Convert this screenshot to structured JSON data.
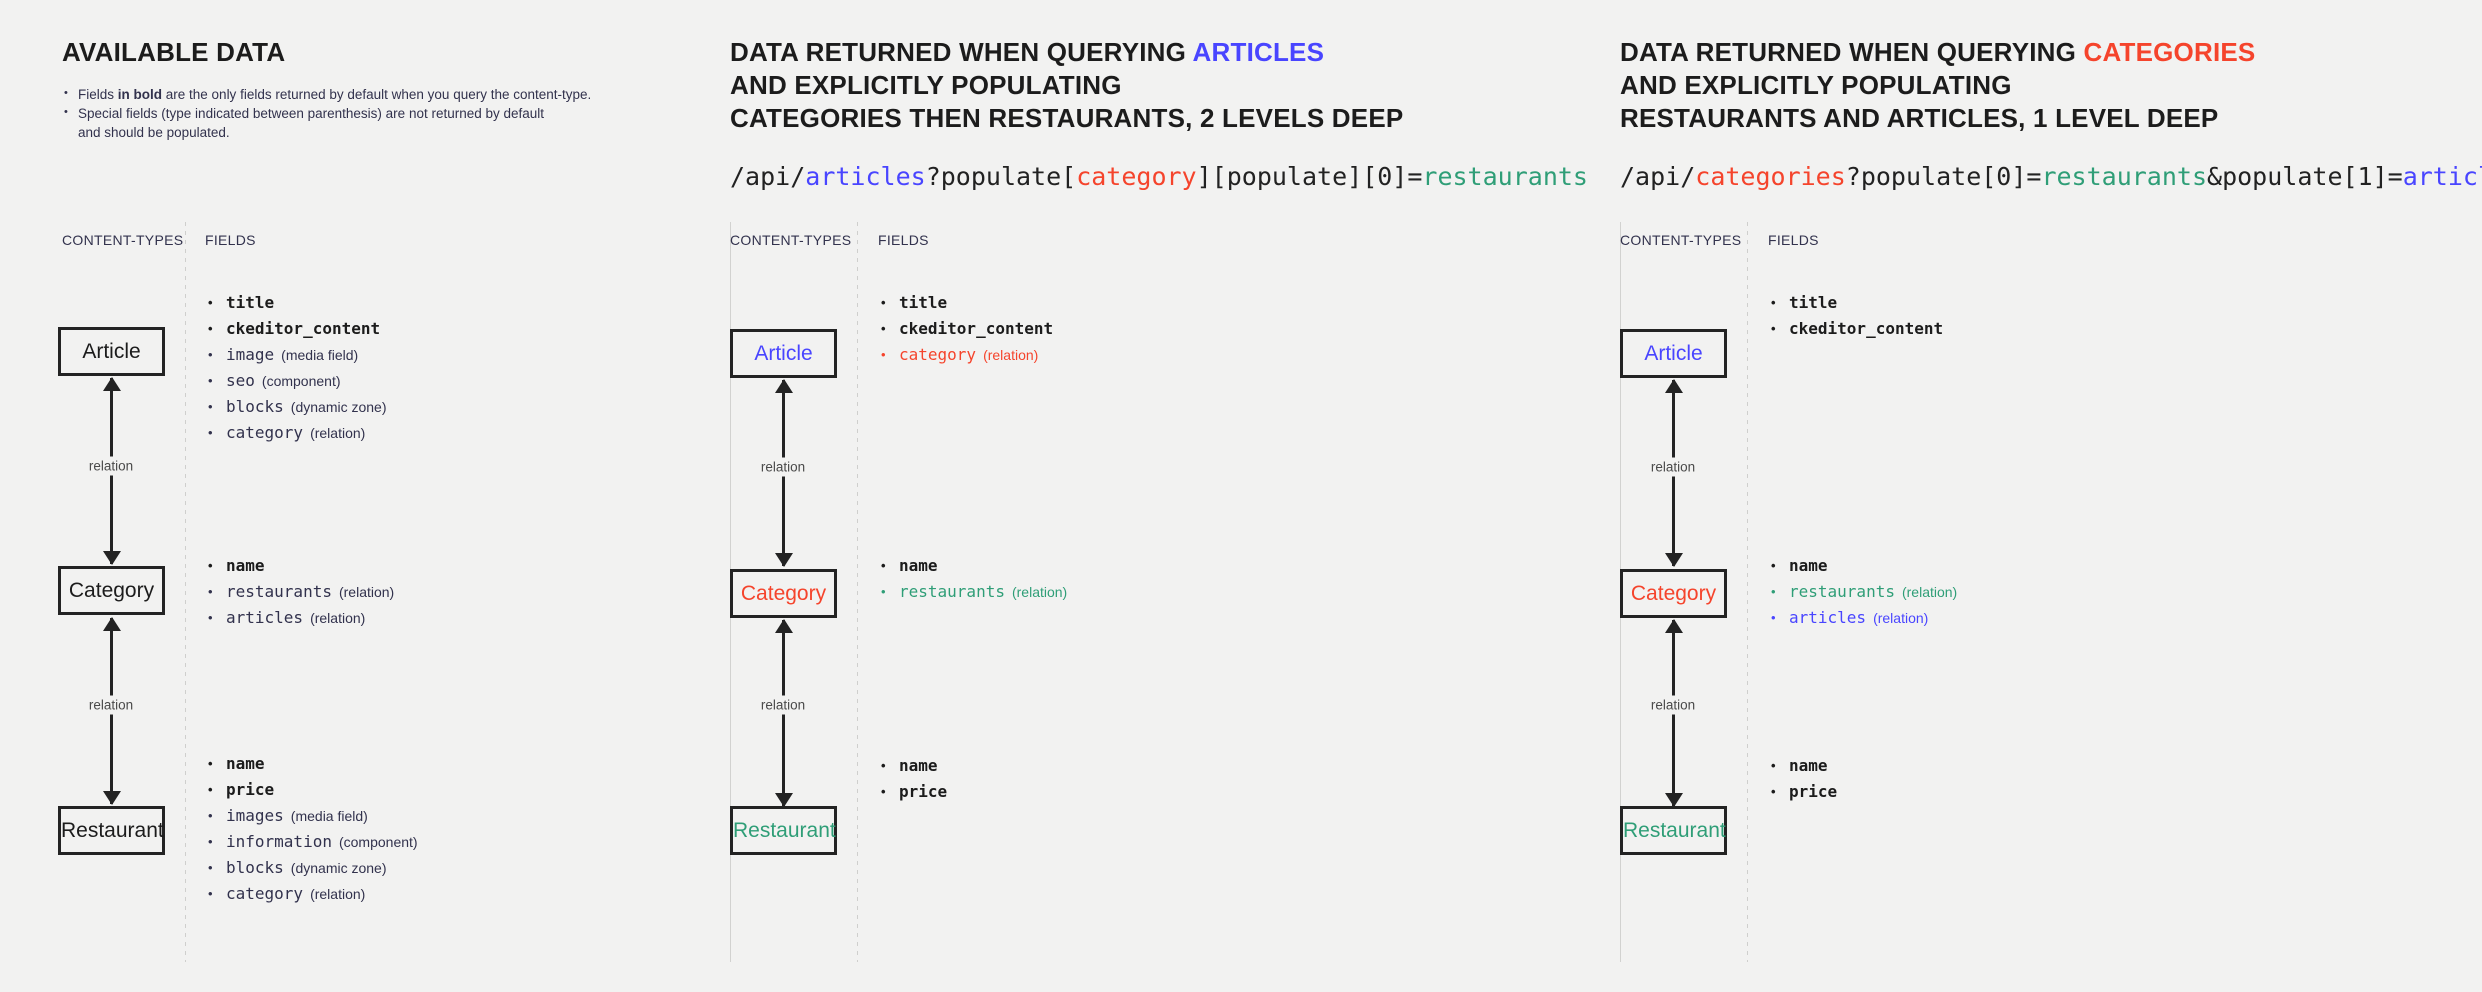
{
  "panels": [
    {
      "id": "available-data",
      "title_plain": "AVAILABLE DATA",
      "notes": [
        {
          "pre": "Fields ",
          "bold": "in bold",
          "post": " are the only fields returned by default when you query the content-type."
        },
        {
          "pre": "Special fields (type indicated between parenthesis) are not returned by default",
          "bold": "",
          "post": ""
        }
      ],
      "note_continuation": "and should be populated.",
      "col_headers": {
        "content_types": "CONTENT-TYPES",
        "fields": "FIELDS"
      },
      "nodes": [
        {
          "label": "Article",
          "color": "none"
        },
        {
          "label": "Category",
          "color": "none"
        },
        {
          "label": "Restaurant",
          "color": "none"
        }
      ],
      "relations": [
        "relation",
        "relation"
      ],
      "field_groups": [
        {
          "owner": "Article",
          "fields": [
            {
              "name": "title",
              "type": "",
              "bold": true,
              "color": "none"
            },
            {
              "name": "ckeditor_content",
              "type": "",
              "bold": true,
              "color": "none"
            },
            {
              "name": "image",
              "type": "(media field)",
              "bold": false,
              "color": "none"
            },
            {
              "name": "seo",
              "type": "(component)",
              "bold": false,
              "color": "none"
            },
            {
              "name": "blocks",
              "type": "(dynamic zone)",
              "bold": false,
              "color": "none"
            },
            {
              "name": "category",
              "type": "(relation)",
              "bold": false,
              "color": "none"
            }
          ]
        },
        {
          "owner": "Category",
          "fields": [
            {
              "name": "name",
              "type": "",
              "bold": true,
              "color": "none"
            },
            {
              "name": "restaurants",
              "type": "(relation)",
              "bold": false,
              "color": "none"
            },
            {
              "name": "articles",
              "type": "(relation)",
              "bold": false,
              "color": "none"
            }
          ]
        },
        {
          "owner": "Restaurant",
          "fields": [
            {
              "name": "name",
              "type": "",
              "bold": true,
              "color": "none"
            },
            {
              "name": "price",
              "type": "",
              "bold": true,
              "color": "none"
            },
            {
              "name": "images",
              "type": "(media field)",
              "bold": false,
              "color": "none"
            },
            {
              "name": "information",
              "type": "(component)",
              "bold": false,
              "color": "none"
            },
            {
              "name": "blocks",
              "type": "(dynamic zone)",
              "bold": false,
              "color": "none"
            },
            {
              "name": "category",
              "type": "(relation)",
              "bold": false,
              "color": "none"
            }
          ]
        }
      ]
    },
    {
      "id": "querying-articles",
      "title_lines": [
        [
          {
            "t": "DATA RETURNED WHEN QUERYING ",
            "c": "none"
          },
          {
            "t": "ARTICLES",
            "c": "blue"
          }
        ],
        [
          {
            "t": "AND EXPLICITLY POPULATING",
            "c": "none"
          }
        ],
        [
          {
            "t": "CATEGORIES THEN RESTAURANTS, 2 LEVELS DEEP",
            "c": "none"
          }
        ]
      ],
      "api_path": [
        {
          "t": "/api/",
          "c": "none"
        },
        {
          "t": "articles",
          "c": "blue"
        },
        {
          "t": "?populate[",
          "c": "none"
        },
        {
          "t": "category",
          "c": "red"
        },
        {
          "t": "][populate][0]=",
          "c": "none"
        },
        {
          "t": "restaurants",
          "c": "green"
        }
      ],
      "col_headers": {
        "content_types": "CONTENT-TYPES",
        "fields": "FIELDS"
      },
      "nodes": [
        {
          "label": "Article",
          "color": "blue"
        },
        {
          "label": "Category",
          "color": "red"
        },
        {
          "label": "Restaurant",
          "color": "green"
        }
      ],
      "relations": [
        "relation",
        "relation"
      ],
      "field_groups": [
        {
          "owner": "Article",
          "fields": [
            {
              "name": "title",
              "type": "",
              "bold": true,
              "color": "none"
            },
            {
              "name": "ckeditor_content",
              "type": "",
              "bold": true,
              "color": "none"
            },
            {
              "name": "category",
              "type": "(relation)",
              "bold": false,
              "color": "red"
            }
          ]
        },
        {
          "owner": "Category",
          "fields": [
            {
              "name": "name",
              "type": "",
              "bold": true,
              "color": "none"
            },
            {
              "name": "restaurants",
              "type": "(relation)",
              "bold": false,
              "color": "green"
            }
          ]
        },
        {
          "owner": "Restaurant",
          "fields": [
            {
              "name": "name",
              "type": "",
              "bold": true,
              "color": "none"
            },
            {
              "name": "price",
              "type": "",
              "bold": true,
              "color": "none"
            }
          ]
        }
      ]
    },
    {
      "id": "querying-categories",
      "title_lines": [
        [
          {
            "t": "DATA RETURNED WHEN QUERYING ",
            "c": "none"
          },
          {
            "t": "CATEGORIES",
            "c": "red"
          }
        ],
        [
          {
            "t": "AND EXPLICITLY POPULATING",
            "c": "none"
          }
        ],
        [
          {
            "t": "RESTAURANTS AND ARTICLES, 1 LEVEL DEEP",
            "c": "none"
          }
        ]
      ],
      "api_path": [
        {
          "t": "/api/",
          "c": "none"
        },
        {
          "t": "categories",
          "c": "red"
        },
        {
          "t": "?populate[0]=",
          "c": "none"
        },
        {
          "t": "restaurants",
          "c": "green"
        },
        {
          "t": "&populate[1]=",
          "c": "none"
        },
        {
          "t": "articles",
          "c": "blue"
        }
      ],
      "col_headers": {
        "content_types": "CONTENT-TYPES",
        "fields": "FIELDS"
      },
      "nodes": [
        {
          "label": "Article",
          "color": "blue"
        },
        {
          "label": "Category",
          "color": "red"
        },
        {
          "label": "Restaurant",
          "color": "green"
        }
      ],
      "relations": [
        "relation",
        "relation"
      ],
      "field_groups": [
        {
          "owner": "Article",
          "fields": [
            {
              "name": "title",
              "type": "",
              "bold": true,
              "color": "none"
            },
            {
              "name": "ckeditor_content",
              "type": "",
              "bold": true,
              "color": "none"
            }
          ]
        },
        {
          "owner": "Category",
          "fields": [
            {
              "name": "name",
              "type": "",
              "bold": true,
              "color": "none"
            },
            {
              "name": "restaurants",
              "type": "(relation)",
              "bold": false,
              "color": "green"
            },
            {
              "name": "articles",
              "type": "(relation)",
              "bold": false,
              "color": "blue"
            }
          ]
        },
        {
          "owner": "Restaurant",
          "fields": [
            {
              "name": "name",
              "type": "",
              "bold": true,
              "color": "none"
            },
            {
              "name": "price",
              "type": "",
              "bold": true,
              "color": "none"
            }
          ]
        }
      ]
    }
  ],
  "colors": {
    "background": "#f2f2f1",
    "blue": "#4945ff",
    "red": "#f5442c",
    "green": "#2f9e77",
    "ink": "#1c1c1c",
    "divider": "#d2d2d0"
  }
}
